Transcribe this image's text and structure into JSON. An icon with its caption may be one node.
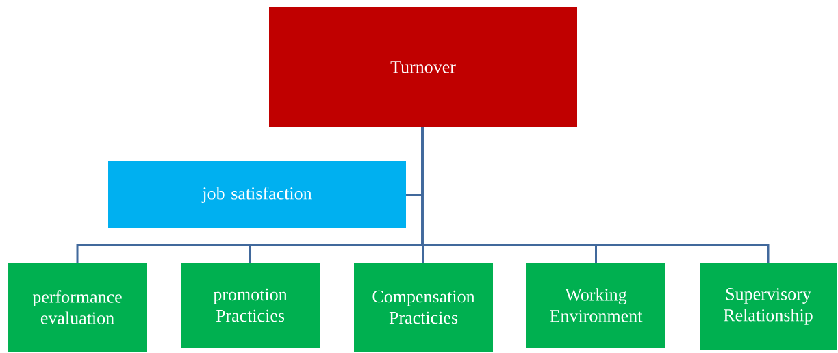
{
  "diagram": {
    "nodes": [
      {
        "text": [
          "Turnover"
        ]
      },
      {
        "text": [
          "job satisfaction"
        ]
      },
      {
        "text": [
          "performance evaluation"
        ]
      },
      {
        "text": [
          "promotion Practicies"
        ]
      },
      {
        "text": [
          "Compensation Practicies"
        ]
      },
      {
        "text": [
          "Working Environment"
        ]
      },
      {
        "text": [
          "Supervisory Relationship"
        ]
      }
    ],
    "edges": [
      {
        "from": 0,
        "to": 1,
        "arrow": "none"
      },
      {
        "from": 0,
        "to": 2,
        "arrow": "none"
      },
      {
        "from": 0,
        "to": 3,
        "arrow": "none"
      },
      {
        "from": 0,
        "to": 4,
        "arrow": "none"
      },
      {
        "from": 0,
        "to": 5,
        "arrow": "none"
      },
      {
        "from": 0,
        "to": 6,
        "arrow": "none"
      }
    ]
  }
}
